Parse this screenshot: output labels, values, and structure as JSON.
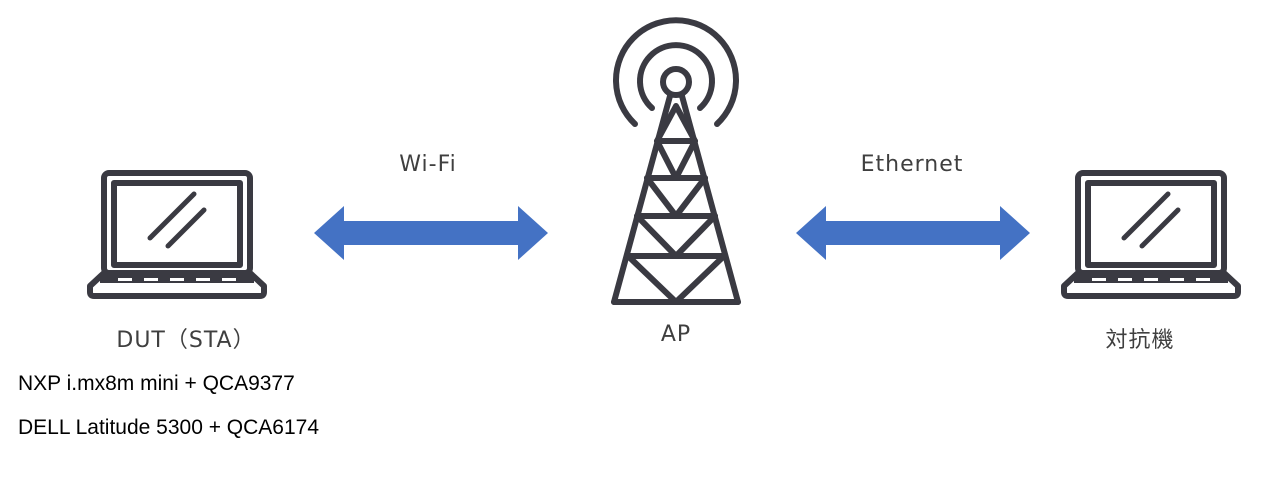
{
  "colors": {
    "arrow": "#4472c4",
    "icon_stroke": "#3a3a42",
    "label_text": "#3f3f3f",
    "desc_text": "#000000"
  },
  "links": {
    "wifi_label": "Wi-Fi",
    "ethernet_label": "Ethernet"
  },
  "nodes": {
    "dut": {
      "label": "DUT（STA）",
      "icon": "laptop-icon"
    },
    "ap": {
      "label": "AP",
      "icon": "radio-tower-icon"
    },
    "peer": {
      "label": "対抗機",
      "icon": "laptop-icon"
    }
  },
  "dut_details": [
    "NXP i.mx8m mini + QCA9377",
    "DELL Latitude 5300 + QCA6174"
  ]
}
